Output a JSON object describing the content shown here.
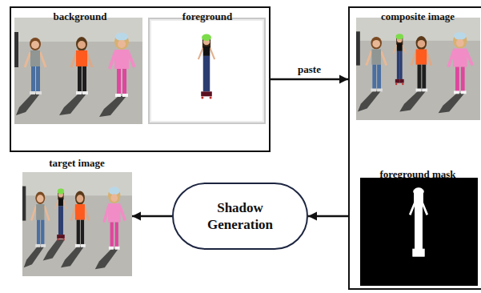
{
  "diagram": {
    "nodes": [
      {
        "text": [
          "background",
          "foreground"
        ]
      },
      {
        "text": [
          "composite image",
          "foreground mask"
        ]
      },
      {
        "text": [
          "target image"
        ]
      },
      {
        "text": [
          "Shadow Generation"
        ]
      }
    ],
    "edges": [
      {
        "from": 0,
        "to": 1,
        "label": "paste",
        "arrow": "to"
      },
      {
        "from": 1,
        "to": 3,
        "arrow": "to"
      },
      {
        "from": 3,
        "to": 2,
        "arrow": "to"
      }
    ]
  }
}
